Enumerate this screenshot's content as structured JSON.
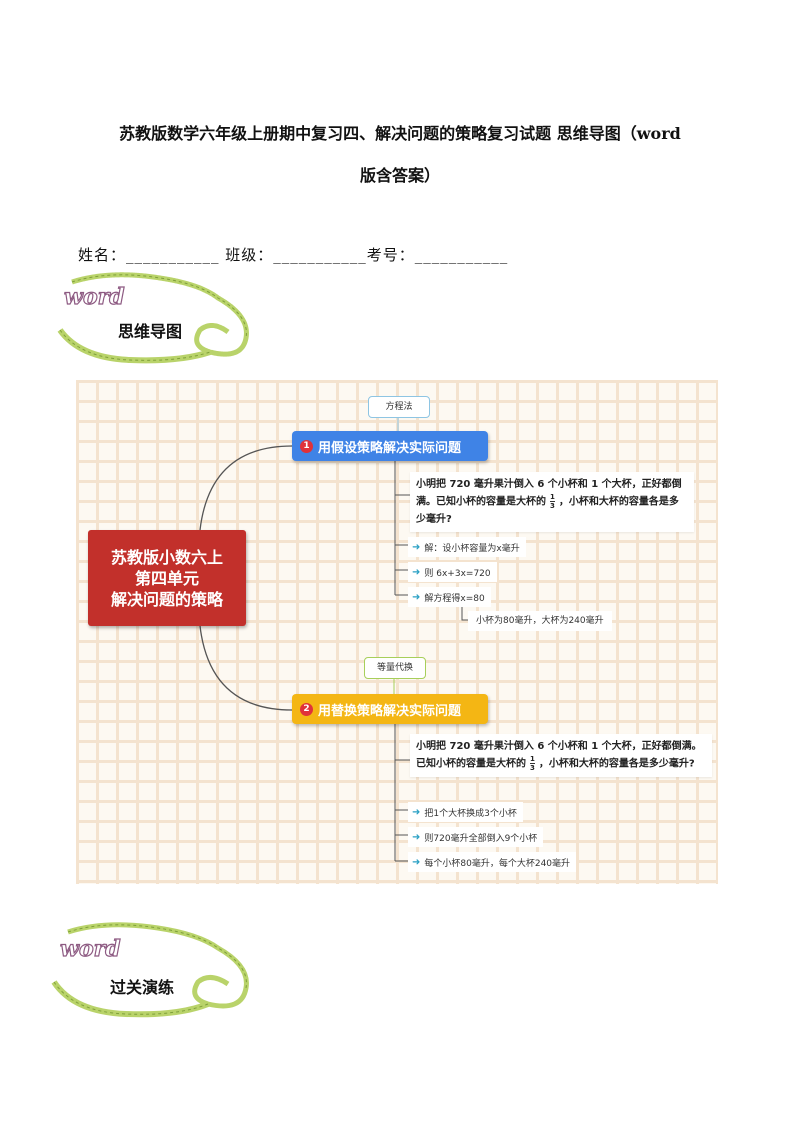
{
  "doc": {
    "title_line1": "苏教版数学六年级上册期中复习四、解决问题的策略复习试题 思维导图（word",
    "title_line2": "版含答案）",
    "info_line": "姓名：___________ 班级：___________考号：___________",
    "banner_word": "word",
    "section1": "思维导图",
    "section2": "过关演练"
  },
  "mindmap": {
    "root": [
      "苏教版小数六上",
      "第四单元",
      "解决问题的策略"
    ],
    "branch1": {
      "number": "1",
      "label": "用假设策略解决实际问题",
      "callout": "方程法",
      "question_pre": "小明把 720 毫升果汁倒入 6 个小杯和 1 个大杯，正好都倒满。已知小杯的容量是大杯的",
      "frac_num": "1",
      "frac_den": "3",
      "question_post": "，小杯和大杯的容量各是多少毫升?",
      "steps": [
        "解：设小杯容量为x毫升",
        "则 6x+3x=720",
        "解方程得x=80"
      ],
      "answer": "小杯为80毫升，大杯为240毫升"
    },
    "branch2": {
      "number": "2",
      "label": "用替换策略解决实际问题",
      "callout": "等量代换",
      "question_pre": "小明把 720 毫升果汁倒入 6 个小杯和 1 个大杯，正好都倒满。已知小杯的容量是大杯的",
      "frac_num": "1",
      "frac_den": "3",
      "question_post": "，小杯和大杯的容量各是多少毫升?",
      "steps": [
        "把1个大杯换成3个小杯",
        "则720毫升全部倒入9个小杯",
        "每个小杯80毫升，每个大杯240毫升"
      ]
    }
  },
  "colors": {
    "root": "#c2302b",
    "branch1": "#3f83e6",
    "branch2": "#f4b614",
    "banner": "#b9d36a"
  }
}
